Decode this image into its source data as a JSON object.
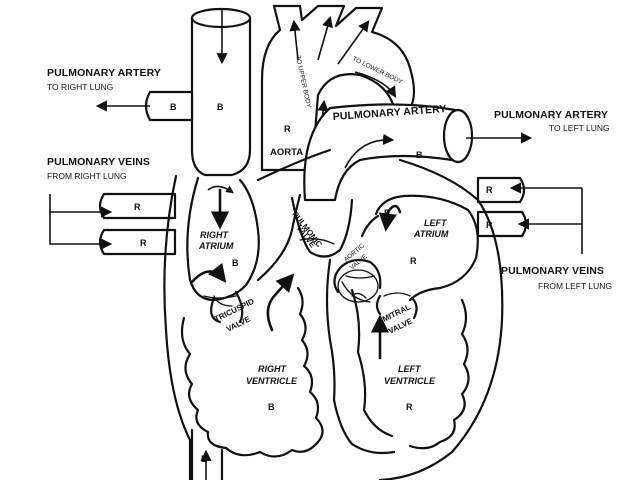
{
  "labels": {
    "pulmonary_artery_right": {
      "title": "PULMONARY ARTERY",
      "sub": "TO RIGHT LUNG"
    },
    "pulmonary_veins_right": {
      "title": "PULMONARY VEINS",
      "sub": "FROM RIGHT LUNG"
    },
    "pulmonary_artery_left": {
      "title": "PULMONARY ARTERY",
      "sub": "TO LEFT LUNG"
    },
    "pulmonary_veins_left": {
      "title": "PULMONARY VEINS",
      "sub": "FROM LEFT LUNG"
    },
    "pulmonary_artery_trunk": "PULMONARY ARTERY",
    "aorta": "AORTA",
    "to_upper_body": "TO UPPER BODY",
    "to_lower_body": "TO LOWER BODY",
    "right_atrium": [
      "RIGHT",
      "ATRIUM"
    ],
    "left_atrium": [
      "LEFT",
      "ATRIUM"
    ],
    "right_ventricle": [
      "RIGHT",
      "VENTRICLE"
    ],
    "left_ventricle": [
      "LEFT",
      "VENTRICLE"
    ],
    "pulmonic_valve": [
      "PULMONIC",
      "VALVE"
    ],
    "aortic_valve": [
      "AORTIC",
      "VALVE"
    ],
    "tricuspid_valve": [
      "TRICUSPID",
      "VALVE"
    ],
    "mitral_valve": [
      "MITRAL",
      "VALVE"
    ]
  },
  "blood_markers": {
    "blue": "B",
    "red": "R"
  }
}
